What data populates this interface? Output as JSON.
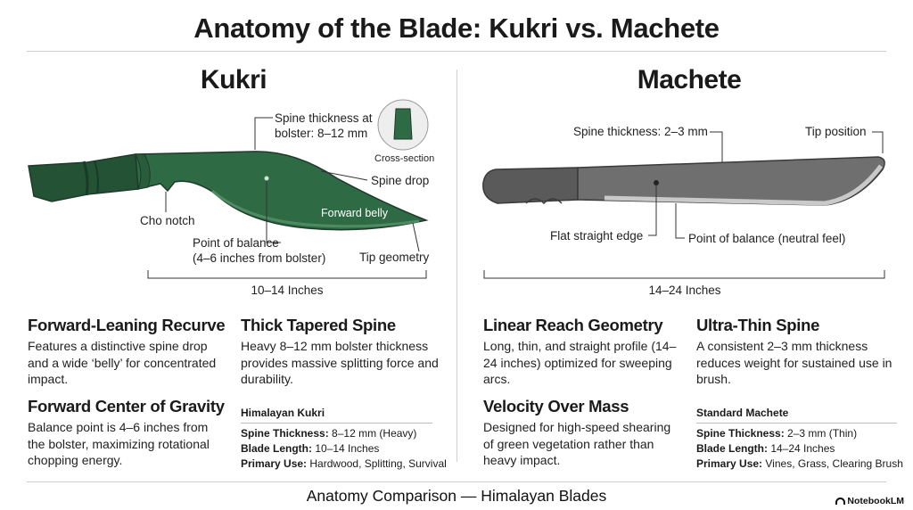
{
  "title": "Anatomy of the Blade: Kukri vs. Machete",
  "kukri": {
    "heading": "Kukri",
    "labels": {
      "spine_thickness": "Spine thickness at",
      "spine_thickness_2": "bolster: 8–12 mm",
      "cross_section": "Cross-section",
      "spine_drop": "Spine drop",
      "forward_belly": "Forward belly",
      "cho_notch": "Cho notch",
      "point_of_balance": "Point of balance",
      "point_of_balance_2": "(4–6 inches from bolster)",
      "tip_geometry": "Tip geometry",
      "length": "10–14 Inches"
    },
    "sections": [
      {
        "title": "Forward-Leaning Recurve",
        "body": "Features a distinctive spine drop and a wide ‘belly’ for concentrated impact."
      },
      {
        "title": "Thick Tapered Spine",
        "body": "Heavy 8–12 mm bolster thickness provides massive splitting force and durability."
      },
      {
        "title": "Forward Center of Gravity",
        "body": "Balance point is 4–6 inches from the bolster, maximizing rotational chopping energy."
      }
    ],
    "spec": {
      "heading": "Himalayan Kukri",
      "rows": [
        {
          "key": "Spine Thickness:",
          "value": "8–12 mm (Heavy)"
        },
        {
          "key": "Blade Length:",
          "value": "10–14 Inches"
        },
        {
          "key": "Primary Use:",
          "value": "Hardwood, Splitting, Survival"
        }
      ]
    },
    "colors": {
      "blade": "#2e6b44",
      "handle": "#235234",
      "outline": "#1f3a2a"
    }
  },
  "machete": {
    "heading": "Machete",
    "labels": {
      "spine_thickness": "Spine thickness: 2–3 mm",
      "tip_position": "Tip position",
      "flat_edge": "Flat straight edge",
      "point_of_balance": "Point of balance (neutral feel)",
      "length": "14–24 Inches"
    },
    "sections": [
      {
        "title": "Linear Reach Geometry",
        "body": "Long, thin, and straight profile (14–24 inches) optimized for sweeping arcs."
      },
      {
        "title": "Ultra-Thin Spine",
        "body": "A consistent 2–3 mm thickness reduces weight for sustained use in brush."
      },
      {
        "title": "Velocity Over Mass",
        "body": "Designed for high-speed shearing of green vegetation rather than heavy impact."
      }
    ],
    "spec": {
      "heading": "Standard Machete",
      "rows": [
        {
          "key": "Spine Thickness:",
          "value": "2–3 mm (Thin)"
        },
        {
          "key": "Blade Length:",
          "value": "14–24 Inches"
        },
        {
          "key": "Primary Use:",
          "value": "Vines, Grass, Clearing Brush"
        }
      ]
    },
    "colors": {
      "blade": "#6f6f6f",
      "handle": "#5a5a5a",
      "edge": "#c9c9c9"
    }
  },
  "footer": "Anatomy Comparison — Himalayan Blades",
  "brand": "NotebookLM",
  "icons": {
    "brand": "notebooklm-icon"
  }
}
